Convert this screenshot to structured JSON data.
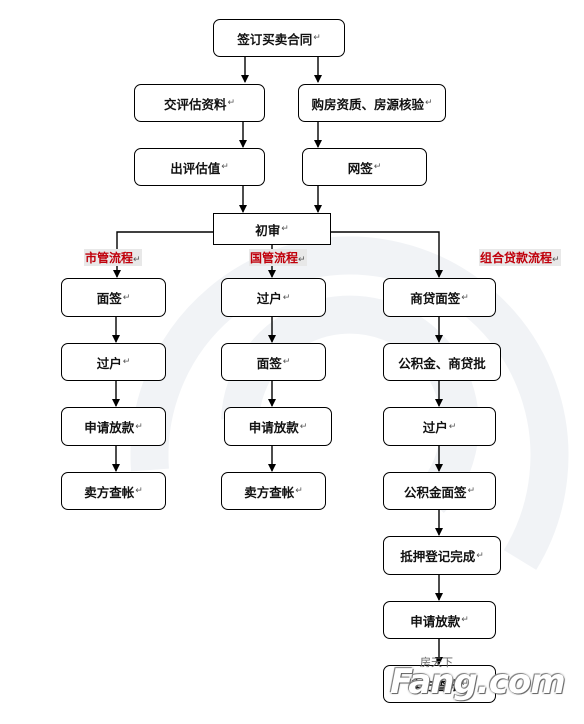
{
  "diagram": {
    "nodes": {
      "sign_contract": "签订买卖合同",
      "submit_appraisal": "交评估资料",
      "buyer_check": "购房资质、房源核验",
      "appraisal_value": "出评估值",
      "online_sign": "网签",
      "first_review": "初审",
      "city_face_sign": "面签",
      "city_transfer": "过户",
      "city_loan": "申请放款",
      "city_seller_check": "卖方查帐",
      "state_transfer": "过户",
      "state_face_sign": "面签",
      "state_loan": "申请放款",
      "state_seller_check": "卖方查帐",
      "combo_commercial_face": "商贷面签",
      "combo_approval": "公积金、商贷批",
      "combo_transfer": "过户",
      "combo_fund_face": "公积金面签",
      "combo_mortgage": "抵押登记完成",
      "combo_loan": "申请放款",
      "combo_seller_check": "卖方查帐"
    },
    "lanes": {
      "city": "市管流程",
      "state": "国管流程",
      "combo": "组合贷款流程"
    },
    "return_mark": "↵"
  },
  "watermark": {
    "brand": "Fang.com",
    "chinese": "房天下"
  }
}
